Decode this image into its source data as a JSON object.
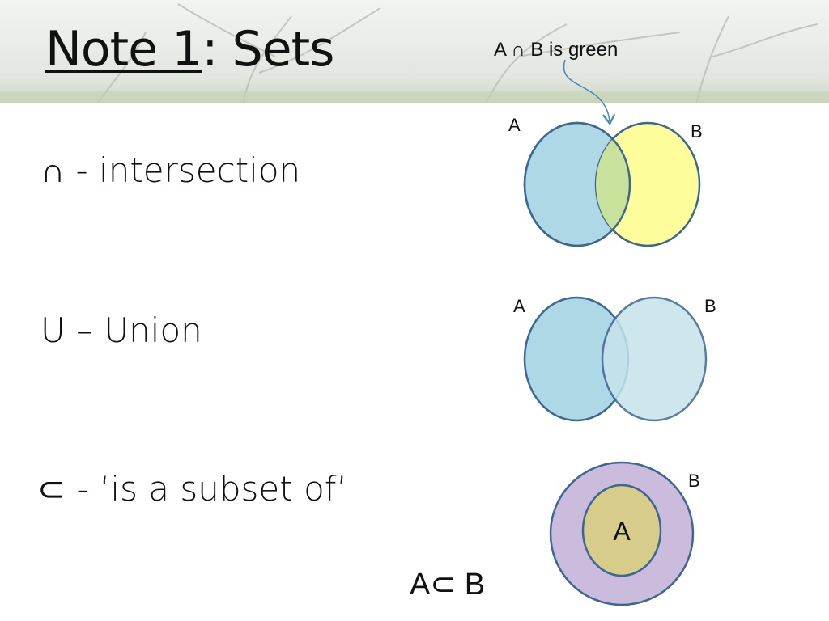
{
  "slide": {
    "title_underlined": "Note 1",
    "title_rest": ": Sets"
  },
  "annotation": {
    "text": "A ∩ B  is green"
  },
  "items": [
    {
      "label": "∩ - intersection"
    },
    {
      "label": "U – Union"
    },
    {
      "label": "⊂  - ‘is a subset of’"
    }
  ],
  "subset_example": "A⊂ B",
  "diagrams": {
    "intersection": {
      "set_a": "A",
      "set_b": "B",
      "color_a": "#aed8e6",
      "color_b": "#fdfd9c",
      "overlap_color": "#c8e29c"
    },
    "union": {
      "set_a": "A",
      "set_b": "B",
      "color_a": "#aed8e6",
      "color_b": "#c6e3ec"
    },
    "subset": {
      "outer": "B",
      "inner": "A",
      "outer_color": "#cbbbdd",
      "inner_color": "#d7cc8a"
    },
    "stroke_color": "#3c6790"
  }
}
